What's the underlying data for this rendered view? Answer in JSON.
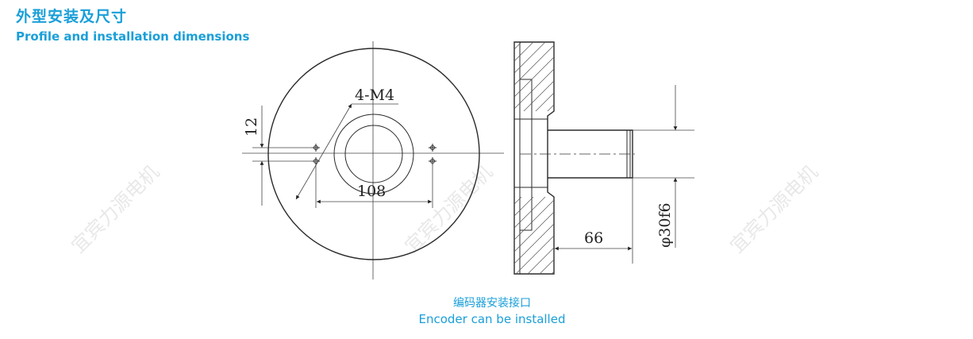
{
  "heading": {
    "zh": "外型安装及尺寸",
    "en": "Profile and installation dimensions"
  },
  "dimensions": {
    "holes": "4-M4",
    "vertical": "12",
    "horizontal": "108",
    "shaft_length": "66",
    "shaft_diameter": "φ30f6"
  },
  "watermark": "宜宾力源电机",
  "caption": {
    "zh": "编码器安装接口",
    "en": "Encoder can be installed"
  },
  "colors": {
    "accent": "#1a9fd8",
    "line": "#2a2a2a"
  }
}
